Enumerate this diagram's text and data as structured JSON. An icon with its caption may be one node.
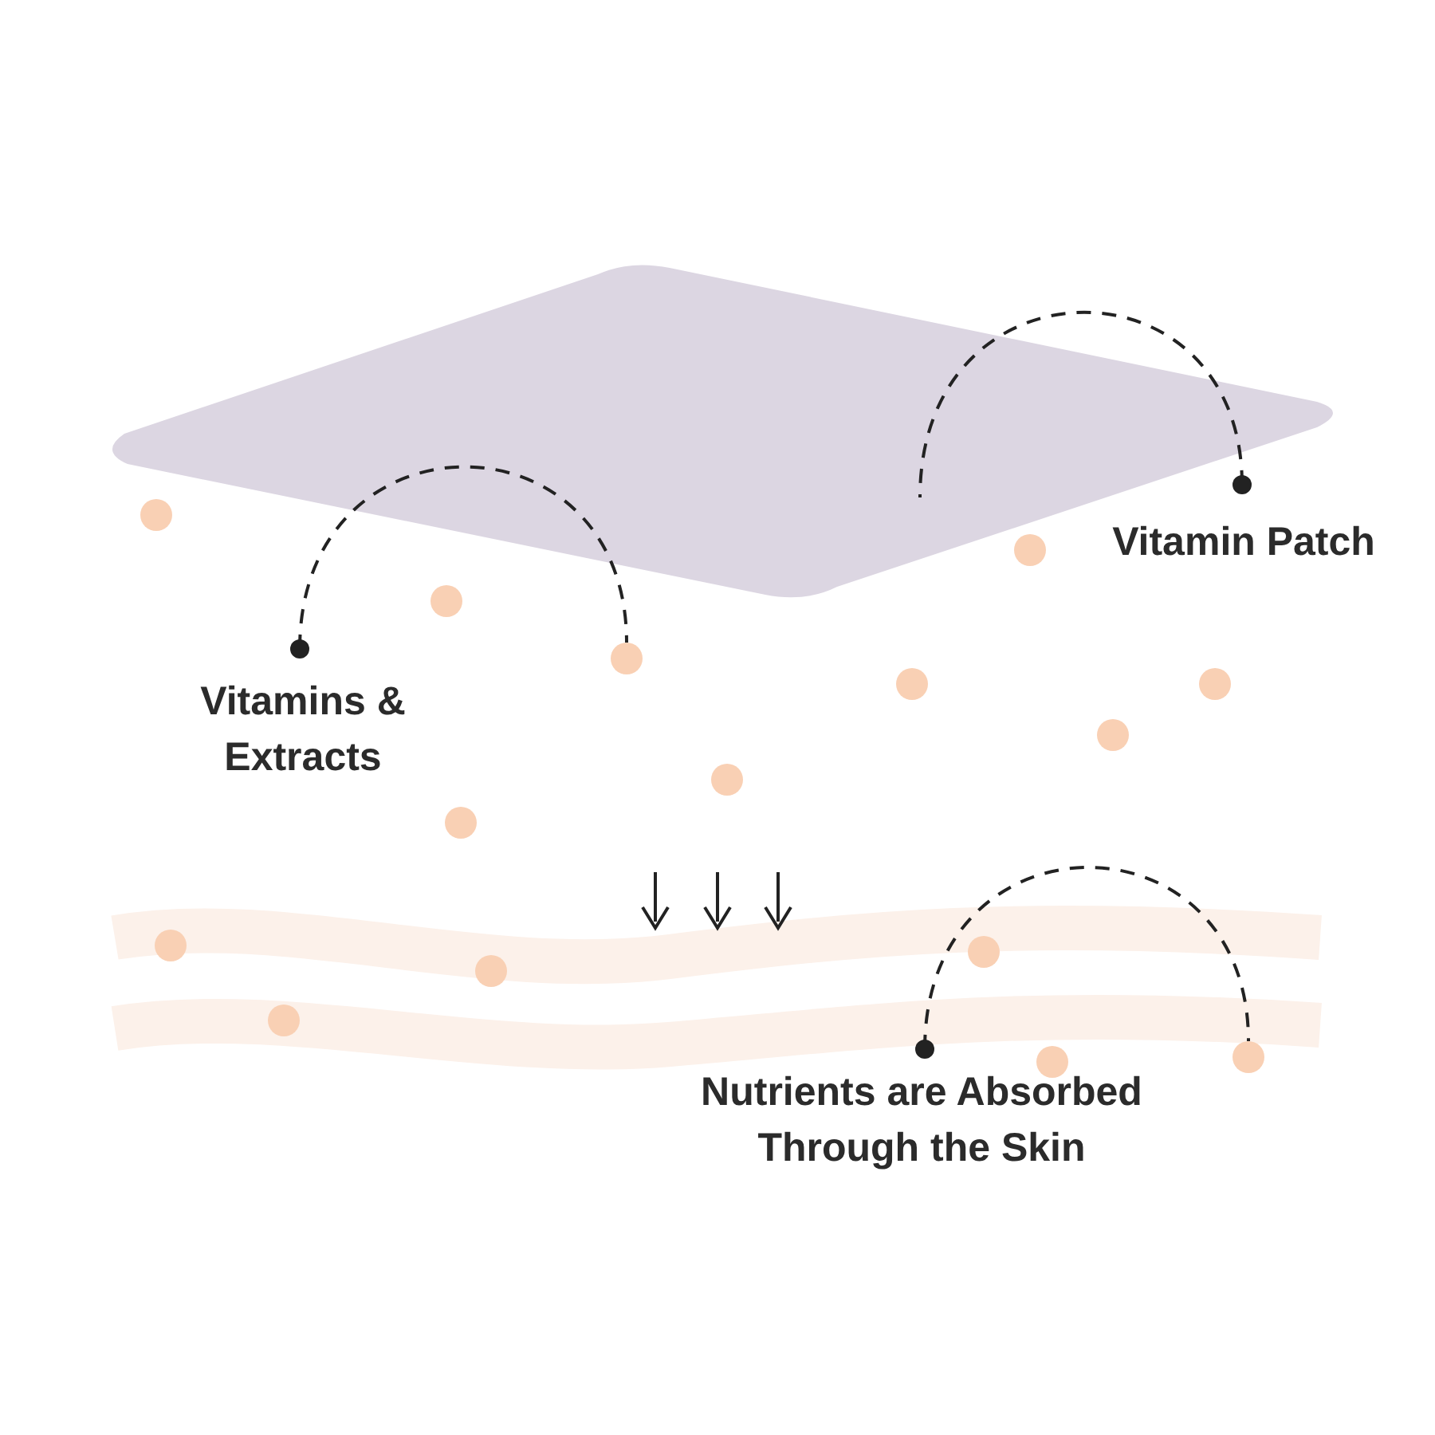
{
  "diagram": {
    "nodes": [
      {
        "text": [],
        "shape": "picture"
      },
      {
        "text": [
          "Vitamin Patch"
        ]
      },
      {
        "text": [
          "Vitamins & Extracts"
        ]
      },
      {
        "text": [],
        "shape": "circle"
      },
      {
        "text": [
          "Nutrients are Absorbed Through the Skin"
        ]
      },
      {
        "text": [],
        "shape": "circle"
      }
    ],
    "edges": [
      {
        "from": 1,
        "to": 0,
        "arrow": "other",
        "style": "dashed"
      },
      {
        "from": 2,
        "to": 3,
        "arrow": "other",
        "style": "dashed"
      },
      {
        "from": 4,
        "to": 5,
        "arrow": "other",
        "style": "dashed"
      }
    ]
  }
}
